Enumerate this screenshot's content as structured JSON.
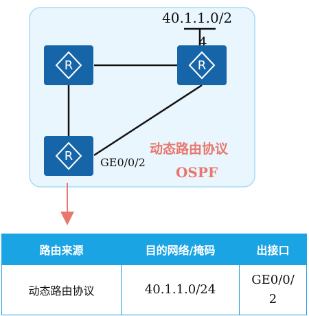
{
  "topology": {
    "network_label": "40.1.1.0/2",
    "network_label_suffix": "4",
    "port_label": "GE0/0/2",
    "protocol_label": "动态路由协议",
    "protocol_name": "OSPF",
    "router_glyph": "R",
    "colors": {
      "panel_fill": "#eaf6fd",
      "panel_border": "#a6dcf3",
      "router_fill": "#1565a8",
      "link": "#111111",
      "arrow": "#e8776e",
      "accent_text": "#e8776e"
    }
  },
  "table": {
    "headers": [
      "路由来源",
      "目的网络/掩码",
      "出接口"
    ],
    "row": {
      "source": "动态路由协议",
      "destination": "40.1.1.0/24",
      "interface_line1": "GE0/0/",
      "interface_line2": "2"
    },
    "colors": {
      "header_bg": "#1aa4e3",
      "border": "#1f9fde"
    }
  }
}
